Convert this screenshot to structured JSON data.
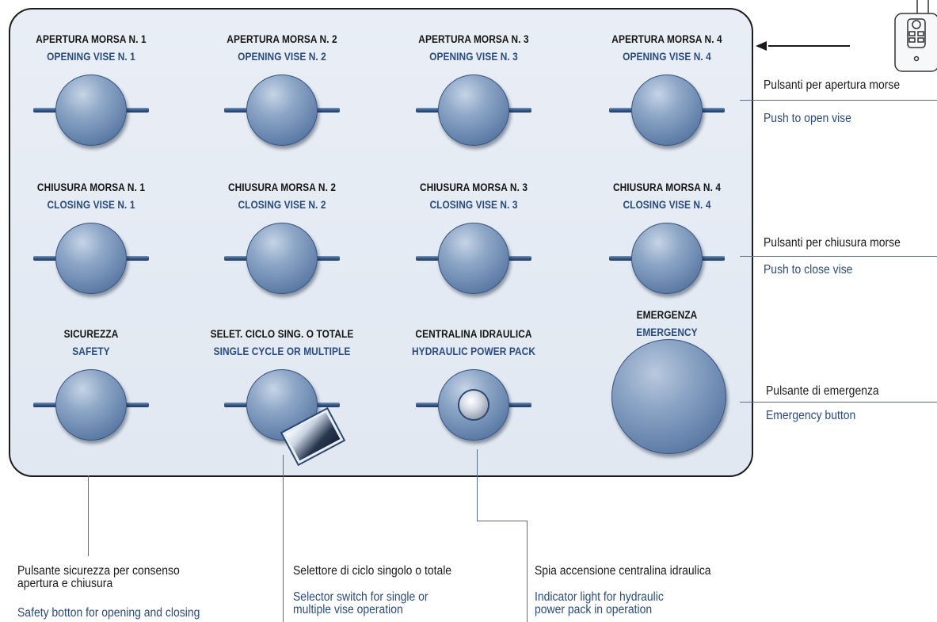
{
  "panel": {
    "controls": [
      {
        "it": "APERTURA MORSA N. 1",
        "en": "OPENING VISE N. 1",
        "type": "button"
      },
      {
        "it": "APERTURA MORSA N. 2",
        "en": "OPENING VISE N. 2",
        "type": "button"
      },
      {
        "it": "APERTURA MORSA N. 3",
        "en": "OPENING VISE N. 3",
        "type": "button"
      },
      {
        "it": "APERTURA MORSA N. 4",
        "en": "OPENING VISE N. 4",
        "type": "button"
      },
      {
        "it": "CHIUSURA MORSA N. 1",
        "en": "CLOSING VISE N. 1",
        "type": "button"
      },
      {
        "it": "CHIUSURA MORSA N. 2",
        "en": "CLOSING VISE N. 2",
        "type": "button"
      },
      {
        "it": "CHIUSURA MORSA N. 3",
        "en": "CLOSING VISE N. 3",
        "type": "button"
      },
      {
        "it": "CHIUSURA MORSA N. 4",
        "en": "CLOSING VISE N. 4",
        "type": "button"
      },
      {
        "it": "SICUREZZA",
        "en": "SAFETY",
        "type": "button"
      },
      {
        "it": "SELET. CICLO SING. O TOTALE",
        "en": "SINGLE CYCLE OR MULTIPLE",
        "type": "selector"
      },
      {
        "it": "CENTRALINA IDRAULICA",
        "en": "HYDRAULIC POWER PACK",
        "type": "lamp"
      },
      {
        "it": "EMERGENZA",
        "en": "EMERGENCY",
        "type": "emergency"
      }
    ]
  },
  "annotations": {
    "opening": {
      "it": "Pulsanti per apertura morse",
      "en": "Push to open vise"
    },
    "closing": {
      "it": "Pulsanti per chiusura morse",
      "en": "Push to close vise"
    },
    "emergency": {
      "it": "Pulsante di emergenza",
      "en": "Emergency button"
    },
    "safety": {
      "it": "Pulsante sicurezza per consenso\napertura e chiusura",
      "en": "Safety botton for opening and closing"
    },
    "selector": {
      "it": "Selettore di ciclo singolo o totale",
      "en": "Selector switch for single or\nmultiple vise operation"
    },
    "lamp": {
      "it": "Spia accensione centralina idraulica",
      "en": "Indicator light for hydraulic\npower pack in operation"
    }
  },
  "colors": {
    "panel_bg": "#e5ebf3",
    "label_en": "#2a4b7e",
    "button": "#6b88b0",
    "leader_line": "#5a6d88"
  },
  "icons": {
    "device_thumbnail": "control-unit-icon",
    "pointer": "arrow-left-icon"
  }
}
